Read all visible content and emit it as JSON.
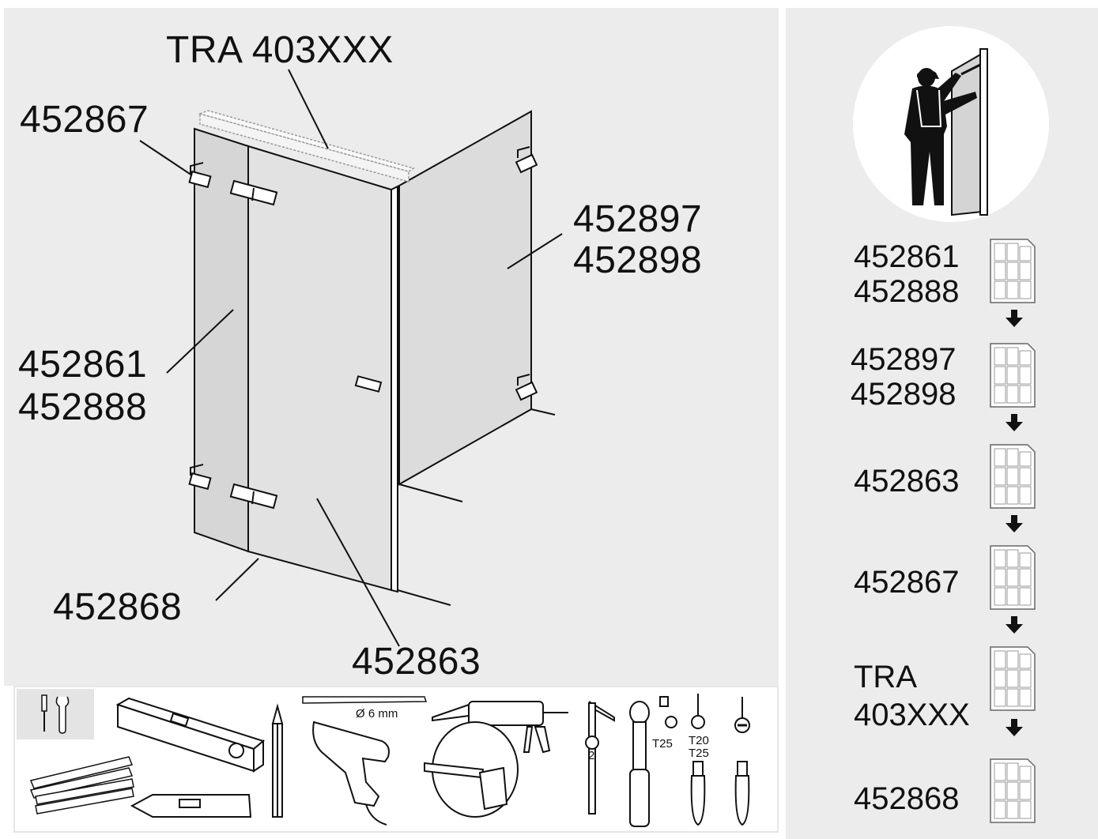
{
  "main_diagram": {
    "labels": {
      "tra": "TRA 403XXX",
      "top_left": "452867",
      "right_panel_1": "452897",
      "right_panel_2": "452898",
      "left_panel_1": "452861",
      "left_panel_2": "452888",
      "bottom_seal": "452868",
      "door": "452863"
    }
  },
  "installation_sequence": [
    {
      "line1": "452861",
      "line2": "452888"
    },
    {
      "line1": "452897",
      "line2": "452898"
    },
    {
      "line1": "452863",
      "line2": ""
    },
    {
      "line1": "452867",
      "line2": ""
    },
    {
      "line1": "TRA",
      "line2": "403XXX"
    },
    {
      "line1": "452868",
      "line2": ""
    }
  ],
  "tools": {
    "drill_size": "Ø 6 mm",
    "allen_key": "2",
    "torx_wrench": "T25",
    "torx_driver_1": "T20",
    "torx_driver_2": "T25"
  },
  "icons": [
    "worker-icon",
    "tools-icon",
    "spirit-level-icon",
    "pencil-icon",
    "folding-rule-icon",
    "cutter-knife-icon",
    "drill-bit-icon",
    "power-drill-icon",
    "caulking-gun-icon",
    "suction-cup-icon",
    "allen-key-icon",
    "torque-wrench-icon",
    "torx-screwdriver-icon",
    "flat-screwdriver-icon",
    "document-icon",
    "arrow-down-icon"
  ]
}
